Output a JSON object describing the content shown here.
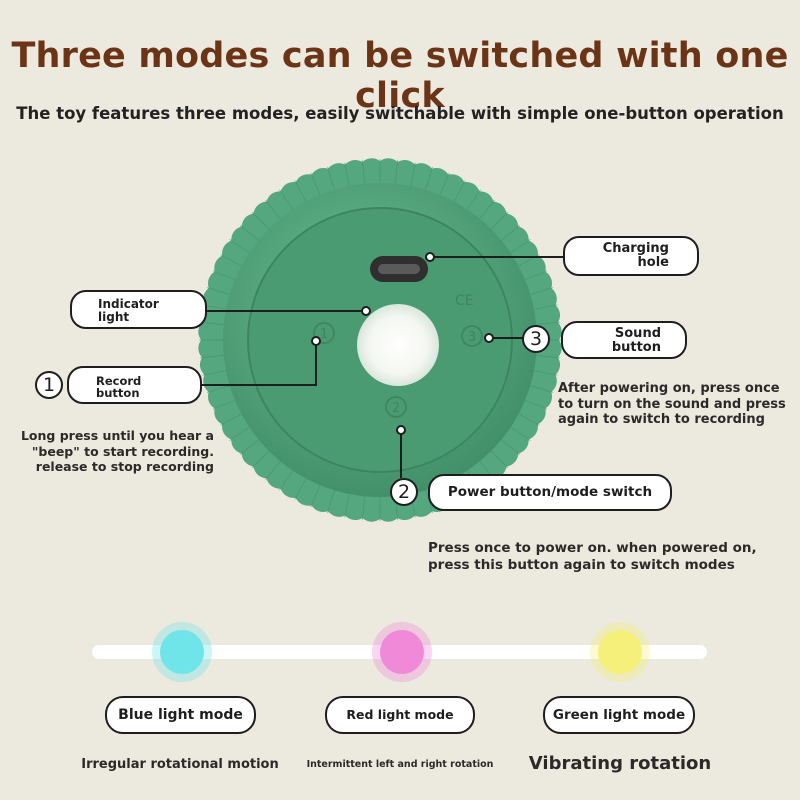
{
  "header": {
    "title": "Three modes can be switched with one click",
    "subtitle": "The toy features three modes, easily switchable with simple one-button operation"
  },
  "toy": {
    "body_color": "#54a77e",
    "center_color": "#4c9a73",
    "button_marks": [
      "1",
      "2",
      "3"
    ],
    "ce_mark": "CE"
  },
  "callouts": {
    "charging": {
      "line1": "Charging",
      "line2": "hole"
    },
    "indicator": {
      "line1": "Indicator",
      "line2": "light"
    },
    "record": {
      "number": "1",
      "line1": "Record",
      "line2": "button",
      "desc1": "Long press until you hear a",
      "desc2": "\"beep\" to start recording.",
      "desc3": "release to stop recording"
    },
    "sound": {
      "number": "3",
      "line1": "Sound",
      "line2": "button",
      "desc1": "After powering on, press once",
      "desc2": "to turn on the sound and press",
      "desc3": "again to switch to recording"
    },
    "power": {
      "number": "2",
      "label": "Power button/mode switch",
      "desc1": "Press once to power on. when powered on,",
      "desc2": "press this button again to switch modes"
    }
  },
  "modes": [
    {
      "label": "Blue light mode",
      "desc": "Irregular rotational motion",
      "color": "#6fe5ea"
    },
    {
      "label": "Red light mode",
      "desc": "Intermittent left and right rotation",
      "color": "#f08ad8"
    },
    {
      "label": "Green light mode",
      "desc": "Vibrating rotation",
      "color": "#f4f07a"
    }
  ]
}
